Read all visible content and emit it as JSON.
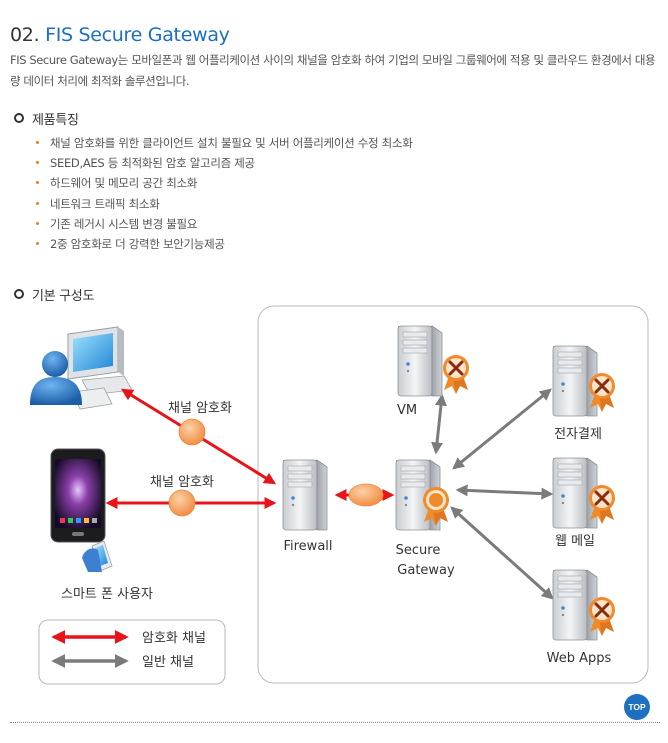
{
  "header": {
    "number": "02.",
    "product_name": "FIS Secure Gateway"
  },
  "description": "FIS Secure Gateway는 모바일폰과 웹 어플리케이션 사이의 채널을 암호화 하여 기업의 모바일 그룹웨어에 적용 및 클라우드 환경에서 대용량 데이터 처리에 최적화 솔루션입니다.",
  "features_section": {
    "title": "제품특징",
    "items": [
      "채널 암호화를 위한 클라이언트 설치 불필요 및 서버 어플리케이션 수정 최소화",
      "SEED,AES 등 최적화된 암호 알고리즘 제공",
      "하드웨어 및 메모리 공간 최소화",
      "네트워크 트래픽 최소화",
      "기존 레거시 시스템 변경 불필요",
      "2중 암호화로 더 강력한 보안기능제공"
    ]
  },
  "diagram_section": {
    "title": "기본 구성도",
    "labels": {
      "channel_encryption_top": "채널 암호화",
      "channel_encryption_bottom": "채널 암호화",
      "smartphone_user": "스마트 폰 사용자",
      "firewall": "Firewall",
      "secure_line1": "Secure",
      "secure_line2": "Gateway",
      "vm": "VM",
      "payment": "전자결제",
      "web_mail": "웹 메일",
      "web_apps": "Web Apps"
    },
    "legend": {
      "encrypted": "암호화 채널",
      "normal": "일반 채널"
    },
    "colors": {
      "encrypted_channel": "#e8141a",
      "normal_channel": "#7b7b7b",
      "encryption_node": "#f6a05a",
      "badge_orange": "#f08a2a"
    },
    "icons": [
      "desktop-user-icon",
      "smartphone-icon",
      "server-icon",
      "security-badge-icon",
      "blocked-badge-icon"
    ]
  },
  "footer": {
    "top_button": "TOP"
  }
}
